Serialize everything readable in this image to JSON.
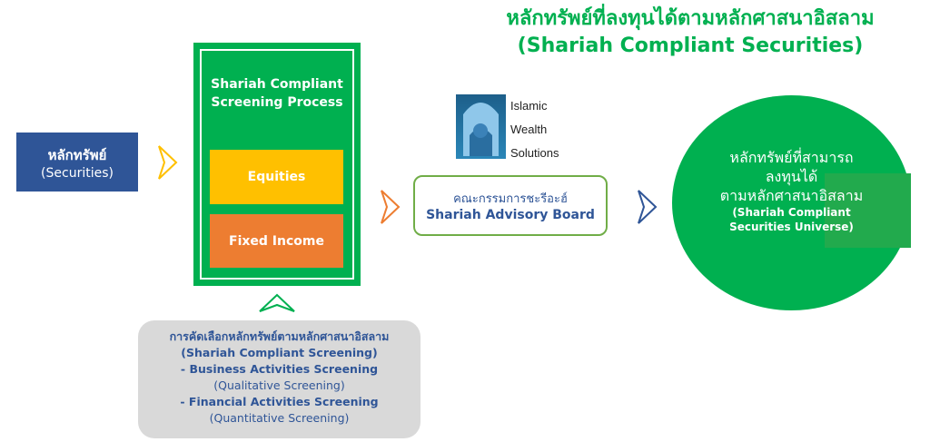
{
  "title": {
    "thai": "หลักทรัพย์ที่ลงทุนได้ตามหลักศาสนาอิสลาม",
    "english": "(Shariah Compliant Securities)"
  },
  "securities": {
    "thai": "หลักทรัพย์",
    "english": "(Securities)"
  },
  "process": {
    "title_line1": "Shariah Compliant",
    "title_line2": "Screening Process",
    "equities": "Equities",
    "fixed_income": "Fixed Income"
  },
  "screening": {
    "thai": "การคัดเลือกหลักทรัพย์ตามหลักศาสนาอิสลาม",
    "english": "(Shariah Compliant Screening)",
    "item1": "-  Business Activities Screening",
    "item1_sub": "(Qualitative Screening)",
    "item2": "-  Financial Activities Screening",
    "item2_sub": "(Quantitative Screening)"
  },
  "logo": {
    "line1": "Islamic",
    "line2": "Wealth",
    "line3": "Solutions"
  },
  "board": {
    "thai": "คณะกรรมการชะรีอะฮ์",
    "english": "Shariah Advisory Board"
  },
  "universe": {
    "line1": "หลักทรัพย์ที่สามารถ",
    "line2": "ลงทุนได้",
    "line3": "ตามหลักศาสนาอิสลาม",
    "line4": "(Shariah Compliant",
    "line5": "Securities Universe)"
  },
  "colors": {
    "green": "#00B050",
    "blue": "#2F5597",
    "yellow": "#FFC000",
    "orange": "#ED7D31"
  }
}
